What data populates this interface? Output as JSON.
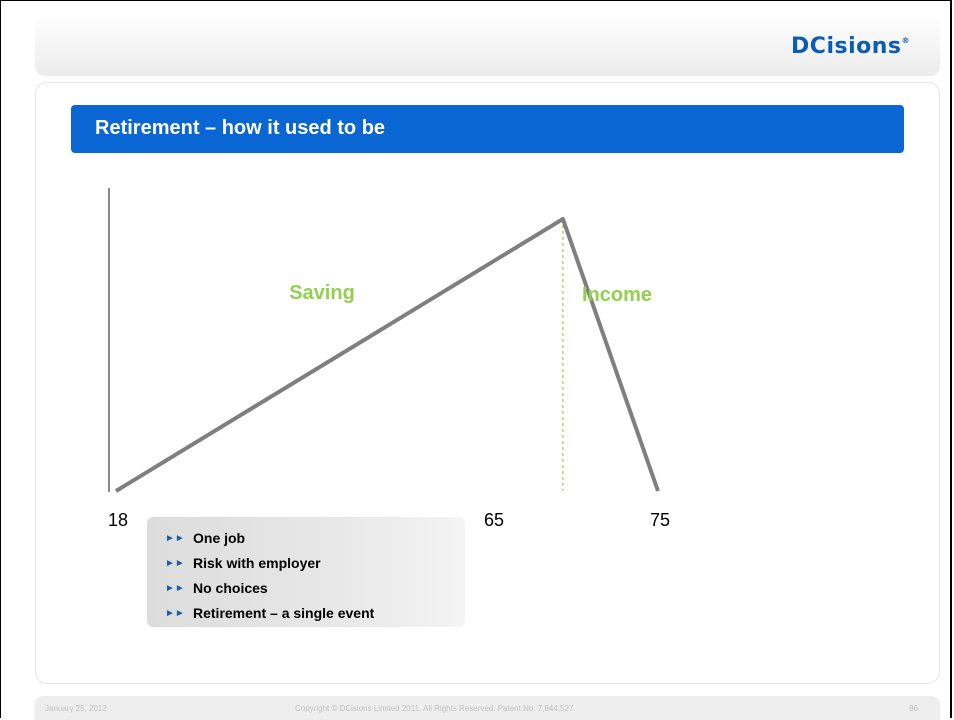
{
  "logo": {
    "text": "DCisions",
    "mark": "®"
  },
  "title": "Retirement – how it used to be",
  "chart_data": {
    "type": "line",
    "x": [
      18,
      65,
      75
    ],
    "y": [
      0,
      100,
      0
    ],
    "xlim": [
      18,
      75
    ],
    "ylim": [
      0,
      100
    ],
    "x_tick_labels": [
      "18",
      "65",
      "75"
    ],
    "annotations": [
      "Saving",
      "Income"
    ],
    "marker_line_at_x": 65,
    "line_color": "#7f7f7f",
    "annotation_color": "#92d050",
    "marker_color": "#92d050"
  },
  "bullets": [
    "One job",
    "Risk with employer",
    "No choices",
    "Retirement – a single event"
  ],
  "footer": {
    "date": "January 25, 2012",
    "copyright": "Copyright © DCisions Limited 2011, All Rights Reserved. Patent No. 7,844,527.",
    "page_number": "96"
  }
}
